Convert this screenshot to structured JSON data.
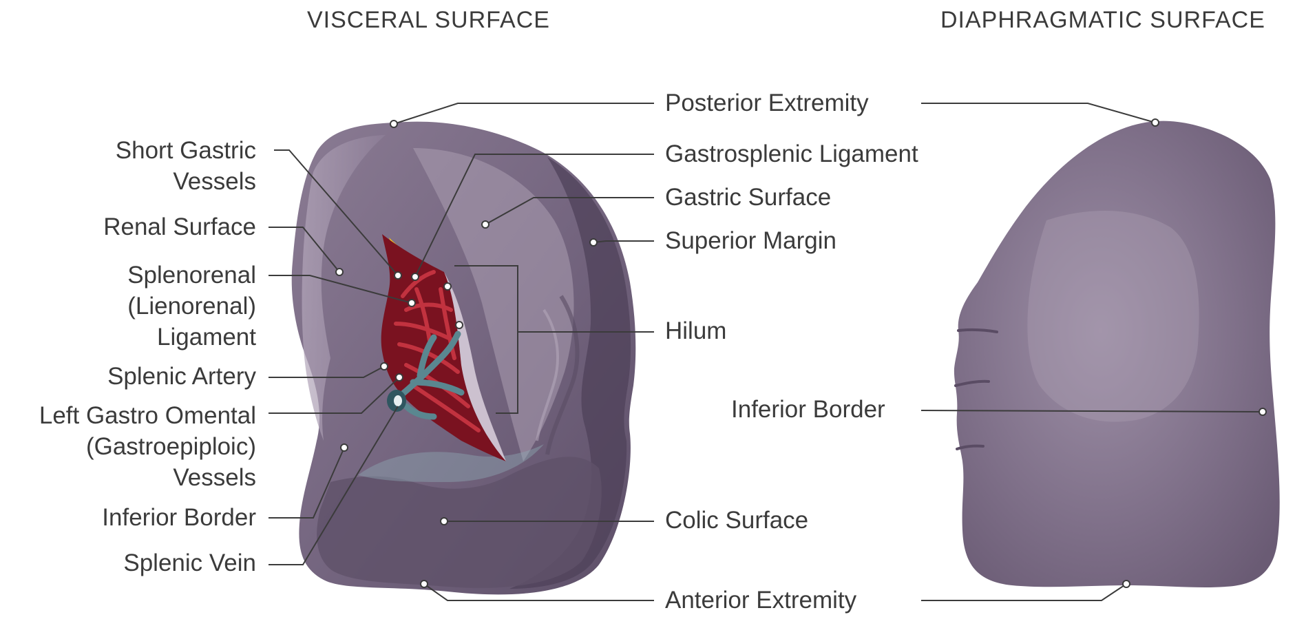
{
  "visceral": {
    "title": "VISCERAL SURFACE",
    "left_labels": {
      "short_gastric_1": "Short Gastric",
      "short_gastric_2": "Vessels",
      "renal_surface": "Renal Surface",
      "splenorenal_1": "Splenorenal",
      "splenorenal_2": "(Lienorenal)",
      "splenorenal_3": "Ligament",
      "splenic_artery": "Splenic Artery",
      "left_gastro_1": "Left Gastro Omental",
      "left_gastro_2": "(Gastroepiploic)",
      "left_gastro_3": "Vessels",
      "inferior_border": "Inferior Border",
      "splenic_vein": "Splenic Vein"
    }
  },
  "center_labels": {
    "posterior_extremity": "Posterior Extremity",
    "gastrosplenic_ligament": "Gastrosplenic Ligament",
    "gastric_surface": "Gastric Surface",
    "superior_margin": "Superior Margin",
    "hilum": "Hilum",
    "inferior_border": "Inferior Border",
    "colic_surface": "Colic Surface",
    "anterior_extremity": "Anterior Extremity"
  },
  "diaphragmatic": {
    "title": "DIAPHRAGMATIC SURFACE"
  },
  "colors": {
    "spleen_base": "#6f6079",
    "spleen_light": "#a294aa",
    "spleen_dark": "#4a3d55",
    "hilum_red": "#7a1220",
    "vessel_red": "#c2323f",
    "vein_blue": "#5a8790",
    "fat_yellow": "#f2c21a",
    "leader_line": "#3b3b3b",
    "text": "#3b3b3b"
  }
}
